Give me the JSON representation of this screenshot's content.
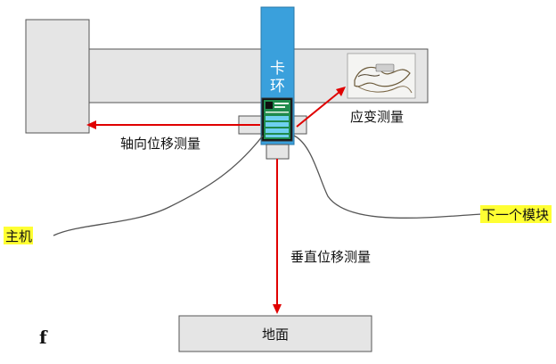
{
  "colors": {
    "gray_block": "#e5e5e5",
    "outline": "#555555",
    "clamp_blue": "#3aa0dc",
    "arrow_red": "#e00000",
    "highlight": "#ffff33",
    "card_green": "#1f8a4c",
    "cable": "#555555"
  },
  "clamp": {
    "label_line1": "卡",
    "label_line2": "环"
  },
  "labels": {
    "axial_displacement": "轴向位移测量",
    "strain": "应变测量",
    "vertical_displacement": "垂直位移测量",
    "host": "主机",
    "next_module": "下一个模块",
    "ground": "地面",
    "figure_tag": "f"
  },
  "icons": {
    "sensor": "strain-sensor-photo-icon",
    "card": "acquisition-card-icon"
  }
}
